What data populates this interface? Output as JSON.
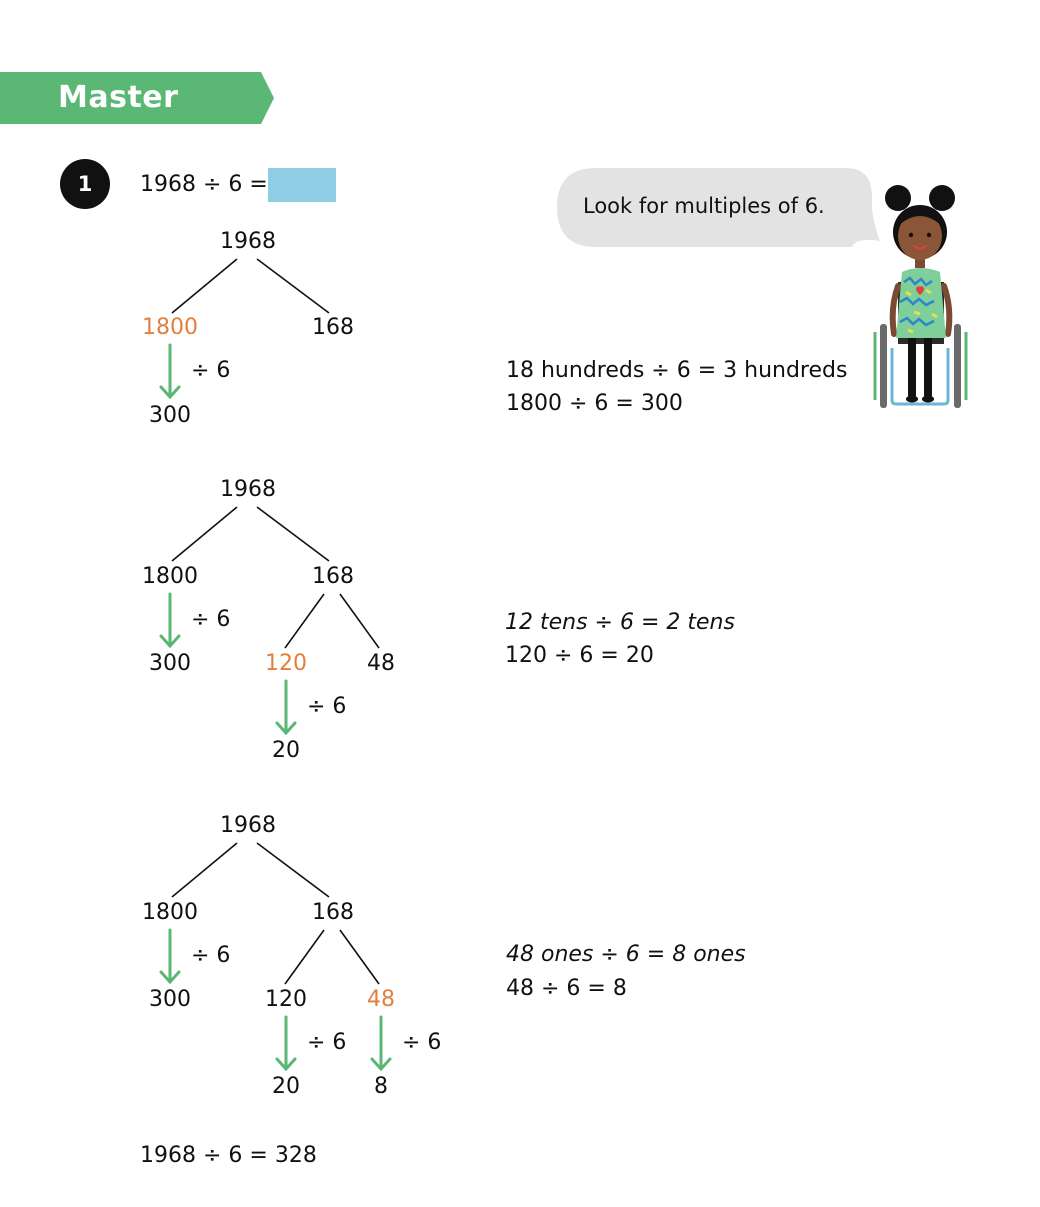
{
  "banner": {
    "title": "Master",
    "color": "#5bb774"
  },
  "question": {
    "number": "1",
    "prompt": "1968 ÷ 6 =",
    "answer_box_color": "#8ecde3"
  },
  "speech": {
    "text": "Look for multiples of 6."
  },
  "step1": {
    "root": "1968",
    "left": "1800",
    "right": "168",
    "divisor": "÷ 6",
    "result": "300",
    "explain_line1": "18 hundreds ÷ 6 = 3 hundreds",
    "explain_line2": "1800 ÷ 6 = 300"
  },
  "step2": {
    "root": "1968",
    "left": "1800",
    "right": "168",
    "left_divisor": "÷ 6",
    "left_result": "300",
    "sub_left": "120",
    "sub_right": "48",
    "sub_divisor": "÷ 6",
    "sub_result": "20",
    "explain_line1": "12 tens ÷ 6 = 2 tens",
    "explain_line2": "120 ÷ 6 = 20"
  },
  "step3": {
    "root": "1968",
    "left": "1800",
    "right": "168",
    "left_divisor": "÷ 6",
    "left_result": "300",
    "sub_left": "120",
    "sub_right": "48",
    "sub_left_divisor": "÷ 6",
    "sub_left_result": "20",
    "sub_right_divisor": "÷ 6",
    "sub_right_result": "8",
    "explain_line1": "48 ones ÷ 6 = 8 ones",
    "explain_line2": "48 ÷ 6 = 8"
  },
  "final": {
    "text": "1968 ÷ 6 = 328"
  },
  "colors": {
    "highlight": "#e37f3d",
    "arrow": "#5bb774",
    "ink": "#111111"
  }
}
